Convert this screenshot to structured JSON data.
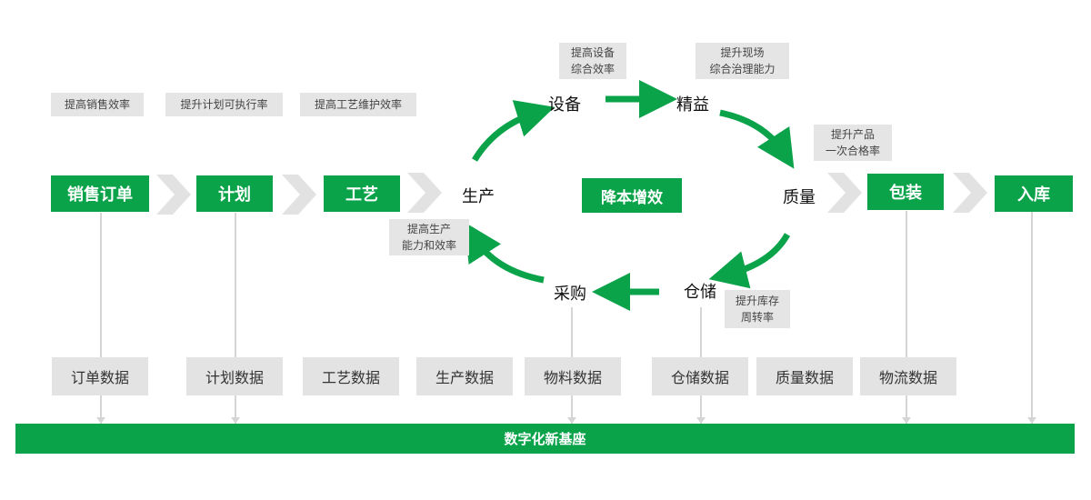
{
  "process": {
    "sales_order": "销售订单",
    "plan": "计划",
    "craft": "工艺",
    "packaging": "包装",
    "warehousing_in": "入库"
  },
  "cycle": {
    "production": "生产",
    "equipment": "设备",
    "lean": "精益",
    "quality": "质量",
    "storage": "仓储",
    "purchase": "采购",
    "center": "降本增效"
  },
  "goals": {
    "sales_eff": "提高销售效率",
    "plan_exec": "提升计划可执行率",
    "craft_eff": "提高工艺维护效率",
    "equipment_eff": "提高设备\n综合效率",
    "onsite_mgmt": "提升现场\n综合治理能力",
    "first_pass": "提升产品\n一次合格率",
    "production_cap": "提高生产\n能力和效率",
    "inventory_turn": "提升库存\n周转率"
  },
  "data_items": [
    "订单数据",
    "计划数据",
    "工艺数据",
    "生产数据",
    "物料数据",
    "仓储数据",
    "质量数据",
    "物流数据"
  ],
  "foundation": "数字化新基座",
  "colors": {
    "primary_green": "#0aa34a",
    "tag_gray": "#e5e5e5",
    "chevron_gray": "#e2e2e2",
    "line_gray": "#d5d5d5"
  }
}
